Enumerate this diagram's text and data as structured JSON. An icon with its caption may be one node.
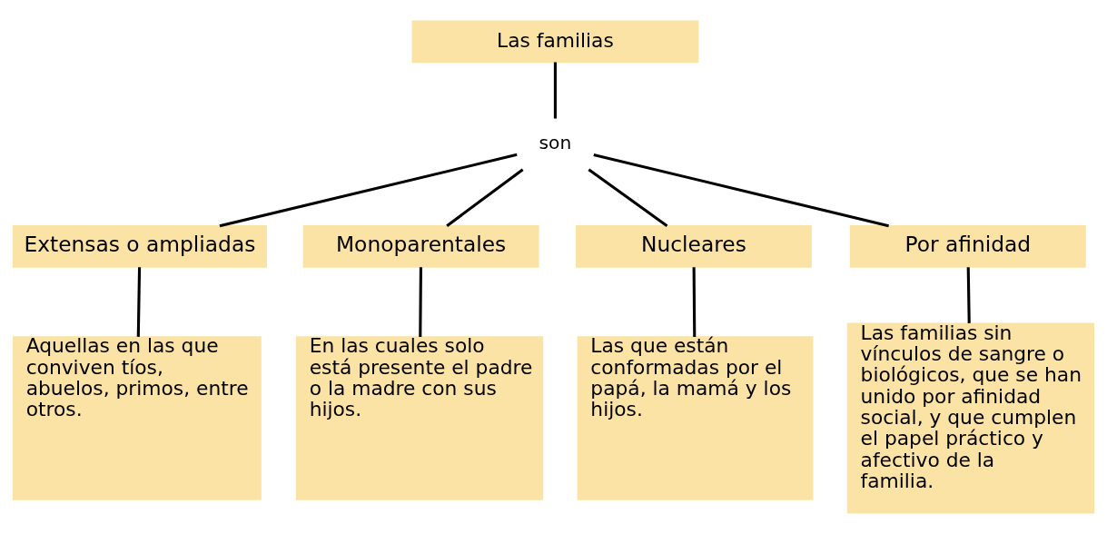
{
  "diagram": {
    "nodes": [
      {
        "text": [
          "Las familias"
        ]
      },
      {
        "text": [
          "son"
        ]
      },
      {
        "text": [
          "Extensas o ampliadas"
        ]
      },
      {
        "text": [
          "Monoparentales"
        ]
      },
      {
        "text": [
          "Nucleares"
        ]
      },
      {
        "text": [
          "Por afinidad"
        ]
      },
      {
        "text": [
          "Aquellas en las que conviven tíos, abuelos, primos, entre otros."
        ]
      },
      {
        "text": [
          "En las cuales solo está presente el padre o la madre con sus hijos."
        ]
      },
      {
        "text": [
          "Las que están conformadas por el papá, la mamá y los hijos."
        ]
      },
      {
        "text": [
          "Las familias sin vínculos de sangre o biológicos, que se han unido por afinidad social, y que cumplen el papel práctico y afectivo de la familia."
        ]
      }
    ],
    "edges": [
      {
        "from": 0,
        "to": 1,
        "arrow": "none"
      },
      {
        "from": 1,
        "to": 2,
        "arrow": "none"
      },
      {
        "from": 1,
        "to": 3,
        "arrow": "none"
      },
      {
        "from": 1,
        "to": 4,
        "arrow": "none"
      },
      {
        "from": 1,
        "to": 5,
        "arrow": "none"
      },
      {
        "from": 2,
        "to": 6,
        "arrow": "none"
      },
      {
        "from": 3,
        "to": 7,
        "arrow": "none"
      },
      {
        "from": 4,
        "to": 8,
        "arrow": "none"
      },
      {
        "from": 5,
        "to": 9,
        "arrow": "none"
      }
    ]
  }
}
